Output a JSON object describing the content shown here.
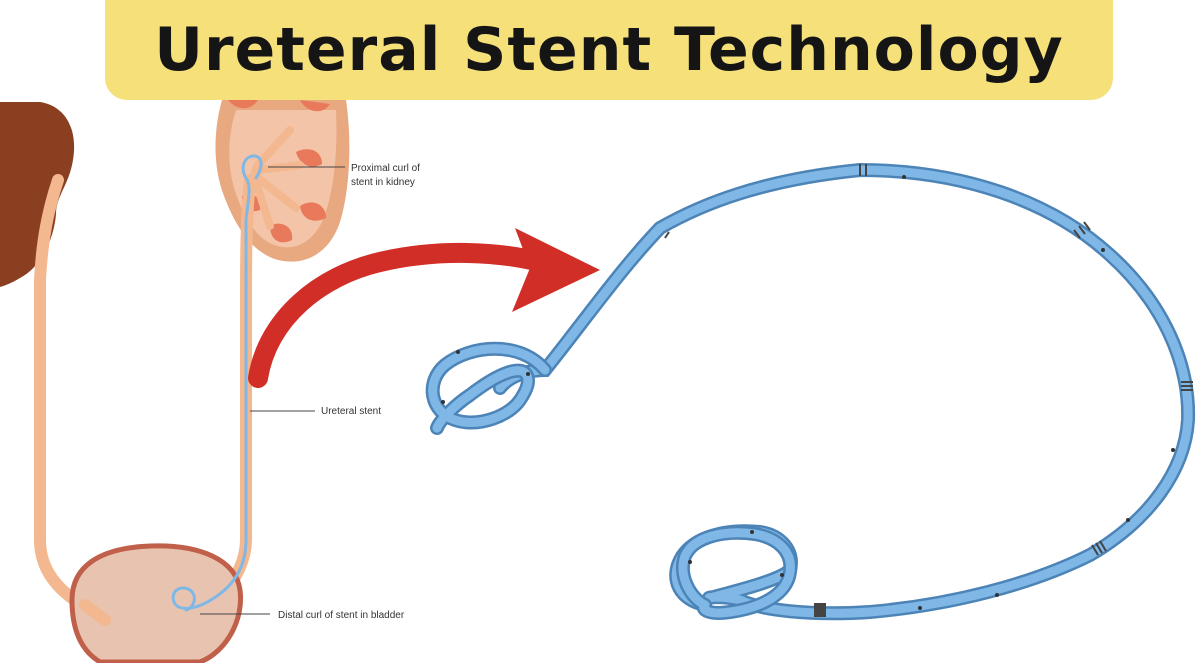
{
  "title": "Ureteral Stent Technology",
  "labels": {
    "proximal_line1": "Proximal curl of",
    "proximal_line2": "stent in kidney",
    "ureteral_stent": "Ureteral stent",
    "distal": "Distal curl of stent in bladder"
  },
  "colors": {
    "banner": "#f5e07a",
    "title_text": "#151515",
    "kidney_dark": "#8a4020",
    "ureter_pale": "#f3b890",
    "kidney_light": "#e8a880",
    "kidney_pink": "#f3c4a8",
    "pyramid": "#e8795a",
    "bladder_fill": "#e8c4b0",
    "bladder_outline": "#c0604a",
    "stent_blue": "#7fb8e6",
    "stent_edge": "#4d84b8",
    "arrow_red": "#d22e28",
    "leader_line": "#444444"
  }
}
